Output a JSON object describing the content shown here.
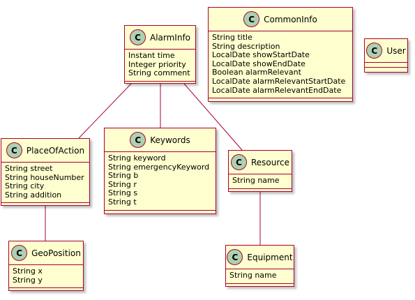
{
  "diagram": {
    "classes": [
      {
        "id": "AlarmInfo",
        "name": "AlarmInfo",
        "icon": "C",
        "fields": [
          "Instant time",
          "Integer priority",
          "String comment"
        ]
      },
      {
        "id": "CommonInfo",
        "name": "CommonInfo",
        "icon": "C",
        "fields": [
          "String title",
          "String description",
          "LocalDate showStartDate",
          "LocalDate showEndDate",
          "Boolean alarmRelevant",
          "LocalDate alarmRelevantStartDate",
          "LocalDate alarmRelevantEndDate"
        ]
      },
      {
        "id": "User",
        "name": "User",
        "icon": "C",
        "fields": []
      },
      {
        "id": "PlaceOfAction",
        "name": "PlaceOfAction",
        "icon": "C",
        "fields": [
          "String street",
          "String houseNumber",
          "String city",
          "String addition"
        ]
      },
      {
        "id": "Keywords",
        "name": "Keywords",
        "icon": "C",
        "fields": [
          "String keyword",
          "String emergencyKeyword",
          "String b",
          "String r",
          "String s",
          "String t"
        ]
      },
      {
        "id": "Resource",
        "name": "Resource",
        "icon": "C",
        "fields": [
          "String name"
        ]
      },
      {
        "id": "GeoPosition",
        "name": "GeoPosition",
        "icon": "C",
        "fields": [
          "String x",
          "String y"
        ]
      },
      {
        "id": "Equipment",
        "name": "Equipment",
        "icon": "C",
        "fields": [
          "String name"
        ]
      }
    ],
    "relations": [
      {
        "from": "AlarmInfo",
        "to": "PlaceOfAction"
      },
      {
        "from": "AlarmInfo",
        "to": "Keywords"
      },
      {
        "from": "AlarmInfo",
        "to": "Resource"
      },
      {
        "from": "PlaceOfAction",
        "to": "GeoPosition"
      },
      {
        "from": "Resource",
        "to": "Equipment"
      }
    ],
    "colors": {
      "box_fill": "#fefece",
      "border": "#a80036",
      "icon_fill": "#add1b2",
      "edge": "#a80036"
    }
  }
}
